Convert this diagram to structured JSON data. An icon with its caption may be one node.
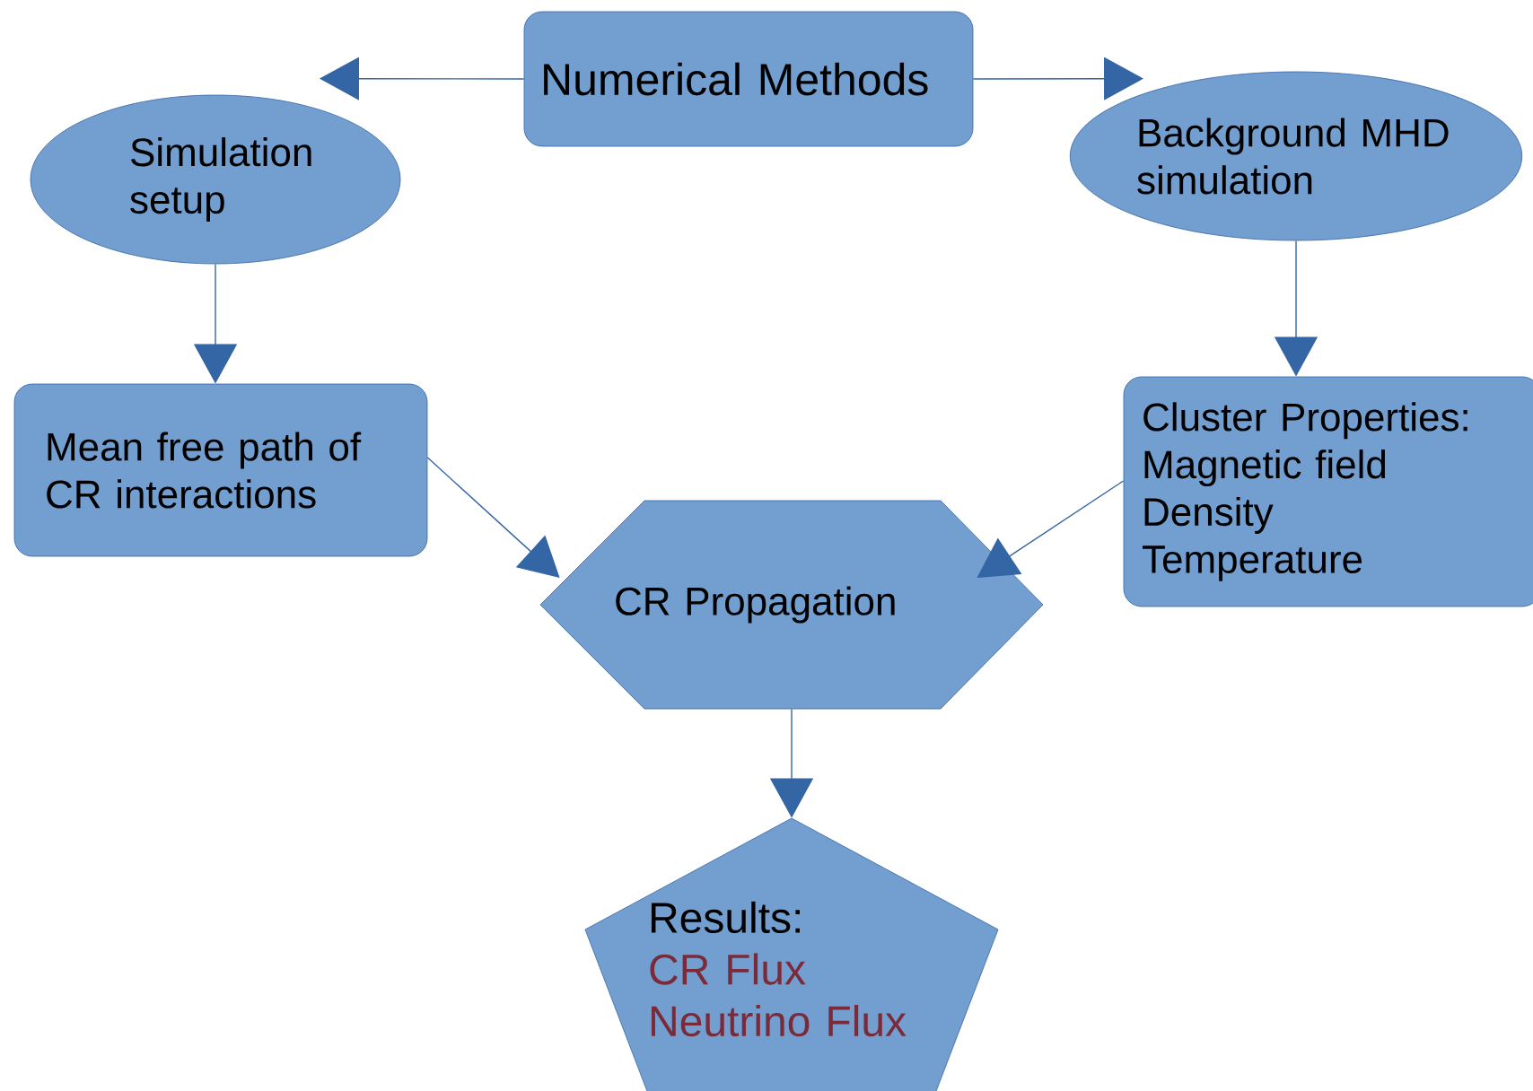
{
  "diagram": {
    "nodes": [
      {
        "text": [
          "Numerical Methods"
        ]
      },
      {
        "text": [
          "Simulation setup"
        ]
      },
      {
        "text": [
          "Background MHD simulation"
        ]
      },
      {
        "text": [
          "Mean free path of CR interactions"
        ]
      },
      {
        "text": [
          "Cluster Properties:",
          "Magnetic field",
          "Density",
          "Temperature"
        ]
      },
      {
        "text": [
          "CR Propagation"
        ]
      },
      {
        "text": [
          "Results:",
          "CR Flux",
          "Neutrino Flux"
        ]
      }
    ],
    "edges": [
      {
        "from": 0,
        "to": 1,
        "arrow": "to"
      },
      {
        "from": 0,
        "to": 2,
        "arrow": "to"
      },
      {
        "from": 1,
        "to": 3,
        "arrow": "to"
      },
      {
        "from": 2,
        "to": 4,
        "arrow": "to"
      },
      {
        "from": 3,
        "to": 5,
        "arrow": "to"
      },
      {
        "from": 4,
        "to": 5,
        "arrow": "to"
      },
      {
        "from": 5,
        "to": 6,
        "arrow": "to"
      }
    ]
  }
}
